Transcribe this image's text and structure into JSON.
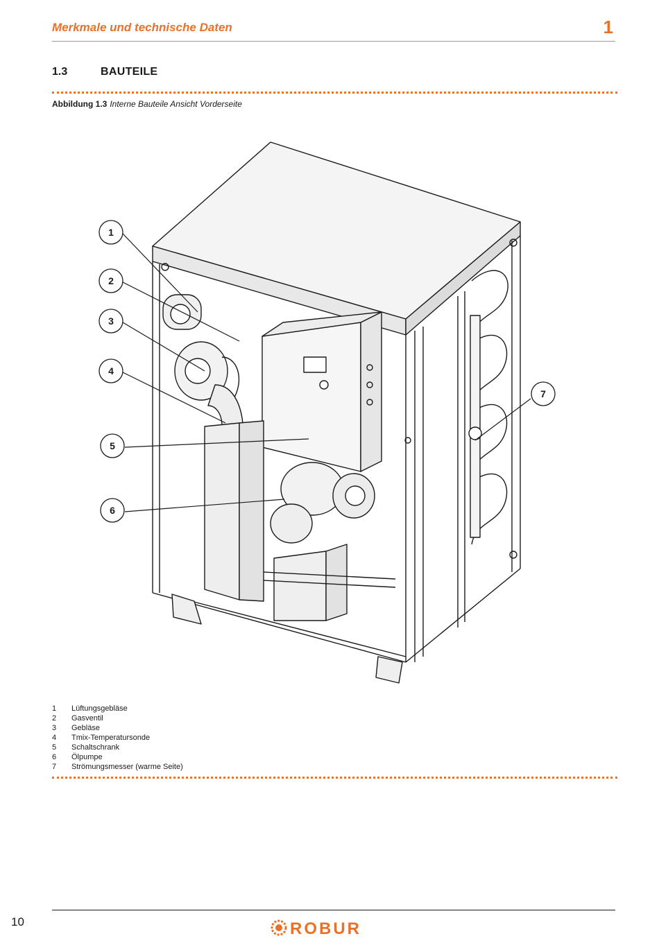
{
  "header": {
    "chapter_title": "Merkmale und technische Daten",
    "chapter_number": "1"
  },
  "section": {
    "number": "1.3",
    "title": "BAUTEILE"
  },
  "figure": {
    "label": "Abbildung 1.3",
    "caption": "Interne Bauteile Ansicht Vorderseite",
    "callouts": [
      "1",
      "2",
      "3",
      "4",
      "5",
      "6",
      "7"
    ]
  },
  "legend": [
    {
      "num": "1",
      "text": "Lüftungsgebläse"
    },
    {
      "num": "2",
      "text": "Gasventil"
    },
    {
      "num": "3",
      "text": "Gebläse"
    },
    {
      "num": "4",
      "text": "Tmix-Temperatursonde"
    },
    {
      "num": "5",
      "text": "Schaltschrank"
    },
    {
      "num": "6",
      "text": "Ölpumpe"
    },
    {
      "num": "7",
      "text": "Strömungsmesser (warme Seite)"
    }
  ],
  "footer": {
    "page_number": "10",
    "logo_text": "ROBUR"
  },
  "colors": {
    "accent": "#e8722a",
    "text": "#1a1a1a",
    "rule": "#9a9a9a"
  }
}
